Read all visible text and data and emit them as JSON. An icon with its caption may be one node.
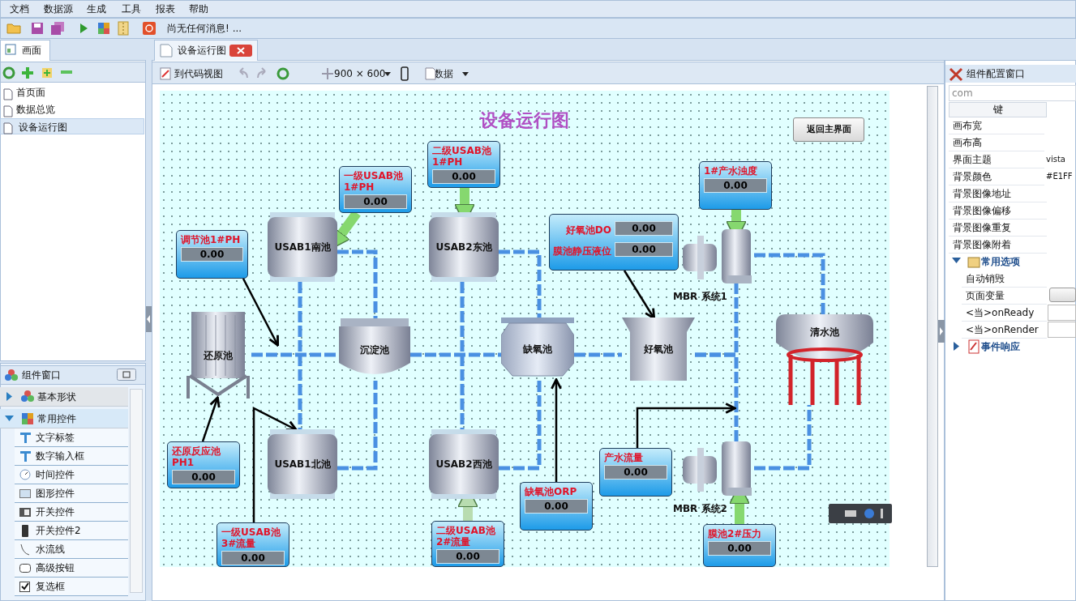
{
  "diagram": {
    "title": "设备运行图",
    "nodes": [
      {
        "text": [
          "二级USAB池1#PH",
          "0.00"
        ]
      },
      {
        "text": [
          "1#产水浊度",
          "0.00"
        ]
      },
      {
        "text": [
          "一级USAB池1#PH",
          "0.00"
        ]
      },
      {
        "text": [
          "USAB2东池"
        ]
      },
      {
        "text": [
          "USAB1南池"
        ]
      },
      {
        "text": [
          "好氧池DO",
          "0.00",
          "膜池静压液位",
          "0.00"
        ]
      },
      {
        "text": [],
        "shape": "picture",
        "beside": [
          "MBR 系统1"
        ]
      },
      {
        "text": [
          "调节池1#PH",
          "0.00"
        ]
      },
      {
        "text": [
          "还原池"
        ]
      },
      {
        "text": [
          "清水池"
        ]
      },
      {
        "text": [
          "沉淀池"
        ]
      },
      {
        "text": [
          "缺氧池"
        ]
      },
      {
        "text": [
          "好氧池"
        ]
      },
      {
        "text": [
          "USAB1北池"
        ]
      },
      {
        "text": [
          "USAB2西池"
        ]
      },
      {
        "text": [
          "还原反应池PH1",
          "0.00"
        ]
      },
      {
        "text": [],
        "shape": "picture",
        "beside": [
          "MBR 系统2"
        ]
      },
      {
        "text": [
          "产水流量",
          "0.00"
        ]
      },
      {
        "text": [
          "缺氧池ORP",
          "0.00"
        ]
      },
      {
        "text": [
          "二级USAB池2#流量",
          "0.00"
        ]
      },
      {
        "text": [
          "一级USAB池3#流量",
          "0.00"
        ]
      },
      {
        "text": [
          "膜池2#压力",
          "0.00"
        ]
      }
    ],
    "edges": [
      {
        "from": 8,
        "to": 10,
        "arrow": "none",
        "style": "dashed",
        "color": "#4a90e2"
      },
      {
        "from": 4,
        "to": 13,
        "arrow": "none",
        "style": "dashed",
        "color": "#4a90e2"
      },
      {
        "from": 4,
        "to": 10,
        "arrow": "none",
        "style": "dashed",
        "color": "#4a90e2"
      },
      {
        "from": 13,
        "to": 10,
        "arrow": "none",
        "style": "dashed",
        "color": "#4a90e2"
      },
      {
        "from": 10,
        "to": 11,
        "arrow": "none",
        "style": "dashed",
        "color": "#4a90e2"
      },
      {
        "from": 3,
        "to": 14,
        "arrow": "none",
        "style": "dashed",
        "color": "#4a90e2"
      },
      {
        "from": 3,
        "to": 11,
        "arrow": "none",
        "style": "dashed",
        "color": "#4a90e2"
      },
      {
        "from": 14,
        "to": 11,
        "arrow": "none",
        "style": "dashed",
        "color": "#4a90e2"
      },
      {
        "from": 11,
        "to": 12,
        "arrow": "none",
        "style": "dashed",
        "color": "#4a90e2"
      },
      {
        "from": 12,
        "to": 6,
        "arrow": "none",
        "style": "dashed",
        "color": "#4a90e2"
      },
      {
        "from": 12,
        "to": 16,
        "arrow": "none",
        "style": "dashed",
        "color": "#4a90e2"
      },
      {
        "from": 6,
        "to": 9,
        "arrow": "none",
        "style": "dashed",
        "color": "#4a90e2"
      },
      {
        "from": 16,
        "to": 9,
        "arrow": "none",
        "style": "dashed",
        "color": "#4a90e2"
      },
      {
        "from": 7,
        "to": null,
        "arrow": "to",
        "color": "#000000"
      },
      {
        "from": 5,
        "to": 12,
        "arrow": "to",
        "color": "#000000"
      },
      {
        "from": 15,
        "to": 8,
        "arrow": "to",
        "color": "#000000"
      },
      {
        "from": 20,
        "to": 13,
        "arrow": "to",
        "color": "#000000"
      },
      {
        "from": 18,
        "to": 11,
        "arrow": "to",
        "color": "#000000"
      },
      {
        "from": 17,
        "to": null,
        "arrow": "to",
        "color": "#000000"
      },
      {
        "from": 2,
        "to": 4,
        "arrow": "to",
        "style": "thick",
        "color": "#86d86f"
      },
      {
        "from": 0,
        "to": 3,
        "arrow": "to",
        "style": "thick",
        "color": "#86d86f"
      },
      {
        "from": 1,
        "to": 6,
        "arrow": "to",
        "style": "thick",
        "color": "#86d86f"
      },
      {
        "from": 19,
        "to": 14,
        "arrow": "to",
        "style": "thick",
        "color": "#b8dcb0"
      },
      {
        "from": 21,
        "to": 16,
        "arrow": "to",
        "style": "thick",
        "color": "#86d86f"
      }
    ],
    "labels": [
      "文档",
      "数据源",
      "生成",
      "工具",
      "报表",
      "帮助",
      "尚无任何消息! ...",
      "画面",
      "设备运行图",
      "到代码视图",
      "900 × 600",
      "数据",
      "首页面",
      "数据总览",
      "设备运行图",
      "组件窗口",
      "基本形状",
      "常用控件",
      "文字标签",
      "数字输入框",
      "时间控件",
      "图形控件",
      "开关控件",
      "开关控件2",
      "水流线",
      "高级按钮",
      "复选框",
      "组件配置窗口",
      "com",
      "键",
      "画布宽",
      "画布高",
      "界面主题",
      "vista",
      "背景颜色",
      "#E1FF",
      "背景图像地址",
      "背景图像偏移",
      "背景图像重复",
      "背景图像附着",
      "常用选项",
      "自动销毁",
      "页面变量",
      "<当>onReady",
      "<当>onRender",
      "事件响应",
      "返回主界面"
    ]
  }
}
